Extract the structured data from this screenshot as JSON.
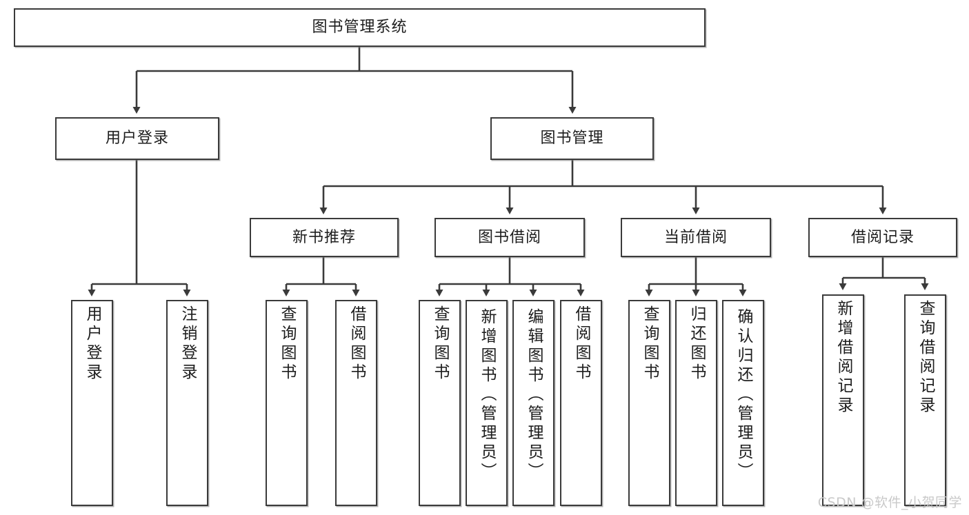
{
  "diagram": {
    "title_text": "图书管理系统",
    "watermark": "CSDN @软件_小贺同学",
    "root": {
      "label": "图书管理系统"
    },
    "level2": [
      {
        "label": "用户登录"
      },
      {
        "label": "图书管理"
      }
    ],
    "level3": [
      {
        "label": "新书推荐"
      },
      {
        "label": "图书借阅"
      },
      {
        "label": "当前借阅"
      },
      {
        "label": "借阅记录"
      }
    ],
    "leaves": {
      "user_login": [
        {
          "label": "用户登录"
        },
        {
          "label": "注销登录"
        }
      ],
      "new_book": [
        {
          "label": "查询图书"
        },
        {
          "label": "借阅图书"
        }
      ],
      "book_borrow": [
        {
          "label": "查询图书"
        },
        {
          "label": "新增图书（管理员）"
        },
        {
          "label": "编辑图书（管理员）"
        },
        {
          "label": "借阅图书"
        }
      ],
      "current_borrow": [
        {
          "label": "查询图书"
        },
        {
          "label": "归还图书"
        },
        {
          "label": "确认归还（管理员）"
        }
      ],
      "borrow_record": [
        {
          "label": "新增借阅记录"
        },
        {
          "label": "查询借阅记录"
        }
      ]
    },
    "colors": {
      "stroke": "#3a3a3a",
      "fill": "#ffffff",
      "text": "#1d1d1d",
      "watermark": "#c9c9c9"
    }
  }
}
